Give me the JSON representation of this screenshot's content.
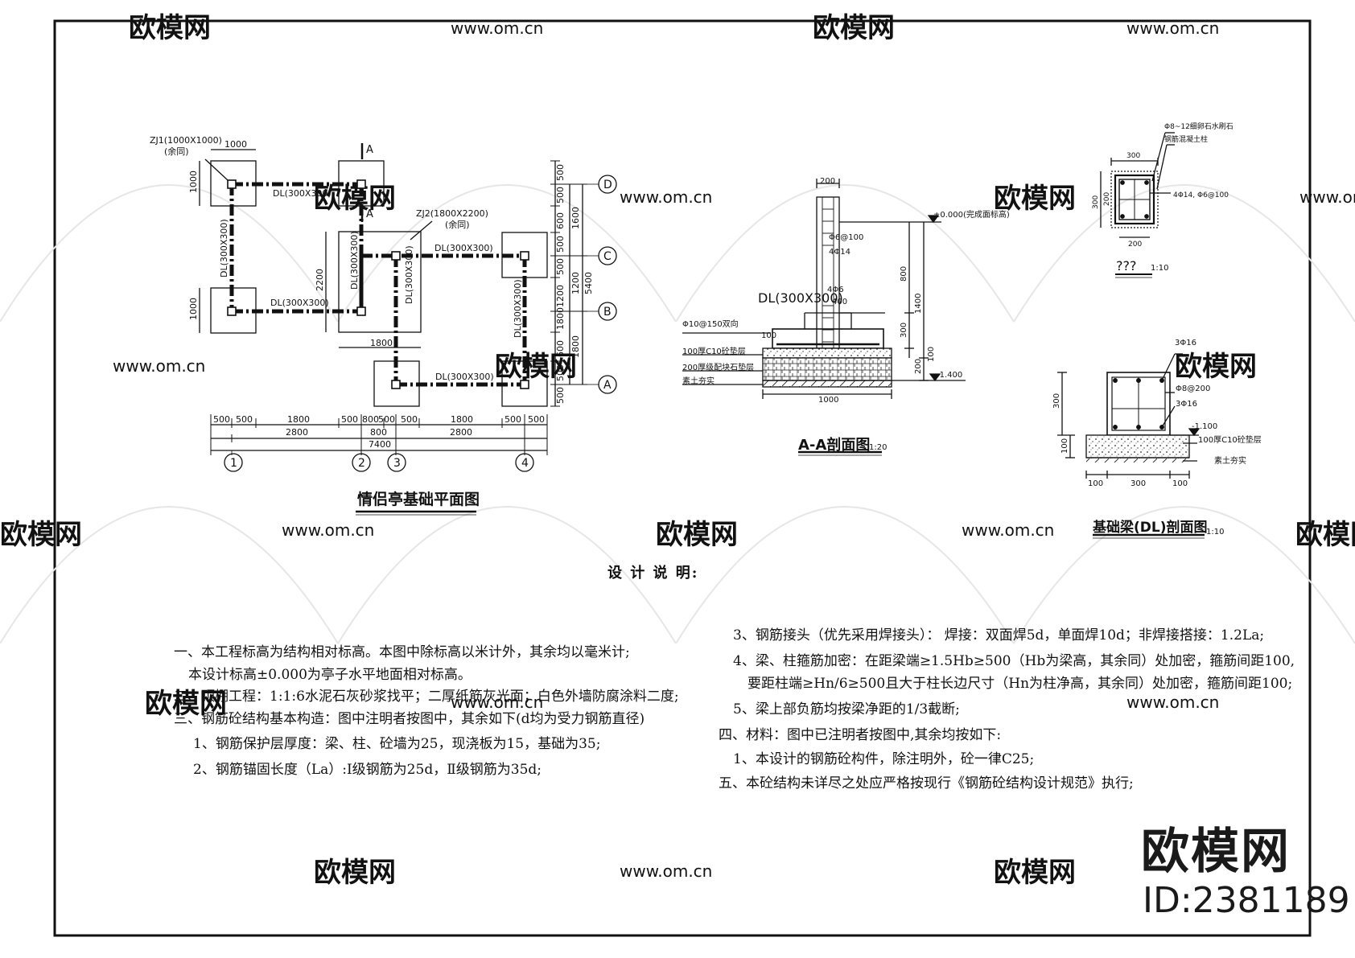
{
  "plan": {
    "zj1": "ZJ1(1000X1000)",
    "zj1_note": "(余同)",
    "zj2": "ZJ2(1800X2200)",
    "zj2_note": "(余同)",
    "beam": "DL(300X300)",
    "section_mark": "A",
    "grid_rows": [
      "D",
      "C",
      "B",
      "A"
    ],
    "grid_cols": [
      "1",
      "2",
      "3",
      "4"
    ],
    "dims_top": "1000",
    "dims_left": [
      "1000",
      "1000",
      "2200"
    ],
    "dims_mid": "1800",
    "dims_bottom_1": [
      "500",
      "500",
      "1800",
      "500",
      "800",
      "500",
      "500",
      "1800",
      "500",
      "500"
    ],
    "dims_bottom_2": [
      "2800",
      "800",
      "2800"
    ],
    "dims_bottom_3": "7400",
    "dims_right_1": [
      "500",
      "500",
      "600",
      "500",
      "500",
      "1200",
      "1800",
      "600",
      "500",
      "500"
    ],
    "dims_right_2": [
      "1600",
      "1200",
      "1800"
    ],
    "dims_right_3": "5400",
    "title": "情侣亭基础平面图"
  },
  "section_aa": {
    "top_dim": "200",
    "level_0": "±0.000(完成面标高)",
    "rebar_1": "Φ6@100",
    "rebar_2": "4Φ14",
    "rebar_3": "4Φ6",
    "dim_400": "400",
    "beam": "DL(300X300)",
    "bottom_rebar": "Φ10@150双向",
    "layer_1": "100厚C10砼垫层",
    "layer_2": "200厚级配块石垫层",
    "layer_3": "素土夯实",
    "dim_100": "100",
    "dim_200": "200",
    "dim_300": "300",
    "dim_800": "800",
    "dim_1400": "1400",
    "dim_1000": "1000",
    "level_bottom": "-1.400",
    "title": "A-A剖面图",
    "scale": "1:20"
  },
  "column_section": {
    "note_1": "Φ8~12细卵石水刷石",
    "note_2": "钢筋混凝土柱",
    "dim_300_top": "300",
    "rebar": "4Φ14, Φ6@100",
    "dim_300_side": "300",
    "dim_200_side": "200",
    "dim_200_bottom": "200",
    "title": "???",
    "scale": "1:10"
  },
  "beam_section": {
    "top_rebar": "3Φ16",
    "stirrup": "Φ8@200",
    "bottom_rebar": "3Φ16",
    "level": "-1.100",
    "layer_1": "100厚C10砼垫层",
    "layer_2": "素土夯实",
    "dim_300": "300",
    "dim_100": "100",
    "dims_bottom": [
      "100",
      "300",
      "100"
    ],
    "title": "基础梁(DL)剖面图",
    "scale": "1:10"
  },
  "notes": {
    "heading": "设 计 说 明:",
    "left": [
      "一、本工程标高为结构相对标高。本图中除标高以米计外，其余均以毫米计;",
      "本设计标高±0.000为亭子水平地面相对标高。",
      "二、顶棚工程：1:1:6水泥石灰砂浆找平；二厚纸筋灰光面；白色外墙防腐涂料二度;",
      "三、钢筋砼结构基本构造：图中注明者按图中，其余如下(d均为受力钢筋直径)",
      "1、钢筋保护层厚度：梁、柱、砼墙为25，现浇板为15，基础为35;",
      "2、钢筋锚固长度（La）:Ⅰ级钢筋为25d，Ⅱ级钢筋为35d;"
    ],
    "right": [
      "3、钢筋接头（优先采用焊接头）： 焊接：双面焊5d，单面焊10d；非焊接搭接：1.2La;",
      "4、梁、柱箍筋加密：在距梁端≥1.5Hb≥500（Hb为梁高，其余同）处加密，箍筋间距100,",
      "要距柱端≥Hn/6≥500且大于柱长边尺寸（Hn为柱净高，其余同）处加密，箍筋间距100;",
      "5、梁上部负筋均按梁净距的1/3截断;",
      "四、材料：图中已注明者按图中,其余均按如下:",
      "1、本设计的钢筋砼构件，除注明外，砼一律C25;",
      "五、本砼结构未详尽之处应严格按现行《钢筋砼结构设计规范》执行;"
    ]
  },
  "watermark": {
    "brand": "欧模网",
    "site": "www.om.cn",
    "id": "ID:2381189"
  }
}
